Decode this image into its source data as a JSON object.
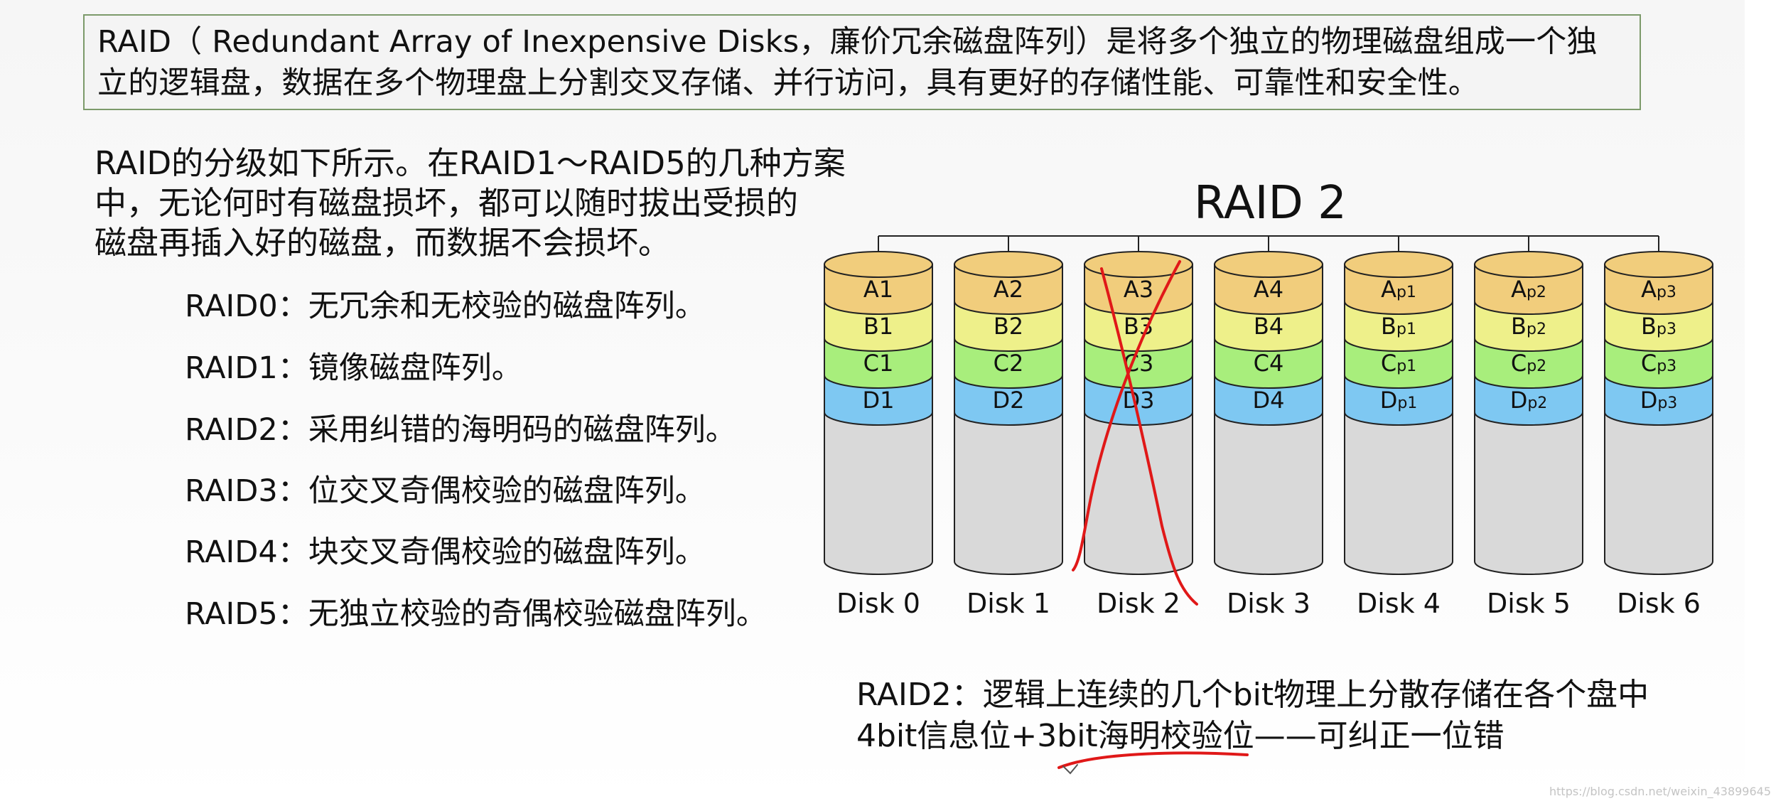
{
  "intro": {
    "line1": "RAID（ Redundant Array of Inexpensive Disks，廉价冗余磁盘阵列）是将多个独立的物理磁盘组成一个独",
    "line2": "立的逻辑盘，数据在多个物理盘上分割交叉存储、并行访问，具有更好的存储性能、可靠性和安全性。"
  },
  "levels_intro": [
    "RAID的分级如下所示。在RAID1～RAID5的几种方案",
    "中，无论何时有磁盘损坏，都可以随时拔出受损的",
    "磁盘再插入好的磁盘，而数据不会损坏。"
  ],
  "levels": [
    "RAID0：无冗余和无校验的磁盘阵列。",
    "RAID1：镜像磁盘阵列。",
    "RAID2：采用纠错的海明码的磁盘阵列。",
    "RAID3：位交叉奇偶校验的磁盘阵列。",
    "RAID4：块交叉奇偶校验的磁盘阵列。",
    "RAID5：无独立校验的奇偶校验磁盘阵列。"
  ],
  "diagram": {
    "title": "RAID 2",
    "disks": [
      {
        "label": "Disk 0",
        "blocks": [
          {
            "base": "A1",
            "sub": ""
          },
          {
            "base": "B1",
            "sub": ""
          },
          {
            "base": "C1",
            "sub": ""
          },
          {
            "base": "D1",
            "sub": ""
          }
        ]
      },
      {
        "label": "Disk 1",
        "blocks": [
          {
            "base": "A2",
            "sub": ""
          },
          {
            "base": "B2",
            "sub": ""
          },
          {
            "base": "C2",
            "sub": ""
          },
          {
            "base": "D2",
            "sub": ""
          }
        ]
      },
      {
        "label": "Disk 2",
        "blocks": [
          {
            "base": "A3",
            "sub": ""
          },
          {
            "base": "B3",
            "sub": ""
          },
          {
            "base": "C3",
            "sub": ""
          },
          {
            "base": "D3",
            "sub": ""
          }
        ]
      },
      {
        "label": "Disk 3",
        "blocks": [
          {
            "base": "A4",
            "sub": ""
          },
          {
            "base": "B4",
            "sub": ""
          },
          {
            "base": "C4",
            "sub": ""
          },
          {
            "base": "D4",
            "sub": ""
          }
        ]
      },
      {
        "label": "Disk 4",
        "blocks": [
          {
            "base": "A",
            "sub": "p1"
          },
          {
            "base": "B",
            "sub": "p1"
          },
          {
            "base": "C",
            "sub": "p1"
          },
          {
            "base": "D",
            "sub": "p1"
          }
        ]
      },
      {
        "label": "Disk 5",
        "blocks": [
          {
            "base": "A",
            "sub": "p2"
          },
          {
            "base": "B",
            "sub": "p2"
          },
          {
            "base": "C",
            "sub": "p2"
          },
          {
            "base": "D",
            "sub": "p2"
          }
        ]
      },
      {
        "label": "Disk 6",
        "blocks": [
          {
            "base": "A",
            "sub": "p3"
          },
          {
            "base": "B",
            "sub": "p3"
          },
          {
            "base": "C",
            "sub": "p3"
          },
          {
            "base": "D",
            "sub": "p3"
          }
        ]
      }
    ],
    "colors": {
      "row_a": "#f1cd7c",
      "row_b": "#eef08a",
      "row_c": "#a8ee7c",
      "row_d": "#7ec8f2",
      "body": "#d9d9d9",
      "outline": "#222222",
      "annotation": "#e01818"
    }
  },
  "bottom": {
    "line1": "RAID2：逻辑上连续的几个bit物理上分散存储在各个盘中",
    "line2": "4bit信息位+3bit海明校验位——可纠正一位错"
  },
  "watermark": "https://blog.csdn.net/weixin_43899645"
}
